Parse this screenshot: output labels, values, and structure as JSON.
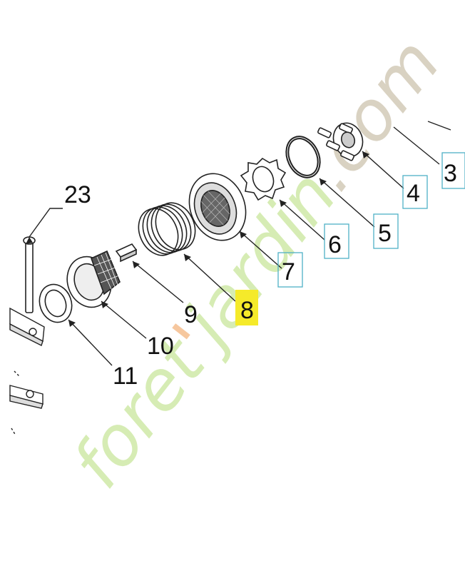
{
  "diagram": {
    "callouts": [
      {
        "id": "23",
        "label": "23"
      },
      {
        "id": "3",
        "label": "3"
      },
      {
        "id": "4",
        "label": "4"
      },
      {
        "id": "5",
        "label": "5"
      },
      {
        "id": "6",
        "label": "6"
      },
      {
        "id": "7",
        "label": "7"
      },
      {
        "id": "8",
        "label": "8"
      },
      {
        "id": "9",
        "label": "9"
      },
      {
        "id": "10",
        "label": "10"
      },
      {
        "id": "11",
        "label": "11"
      }
    ],
    "highlighted_part": "8",
    "highlight_color": "#f5ea2a",
    "box_color": "#4fb0c6"
  },
  "watermark": {
    "text_fore": "foret",
    "text_apos": "'",
    "text_rest": "jardin",
    "text_dot": ".com",
    "colors": {
      "light": "#d6ecb4",
      "orange": "#f6c79e",
      "tan": "#d9d2c2"
    }
  }
}
